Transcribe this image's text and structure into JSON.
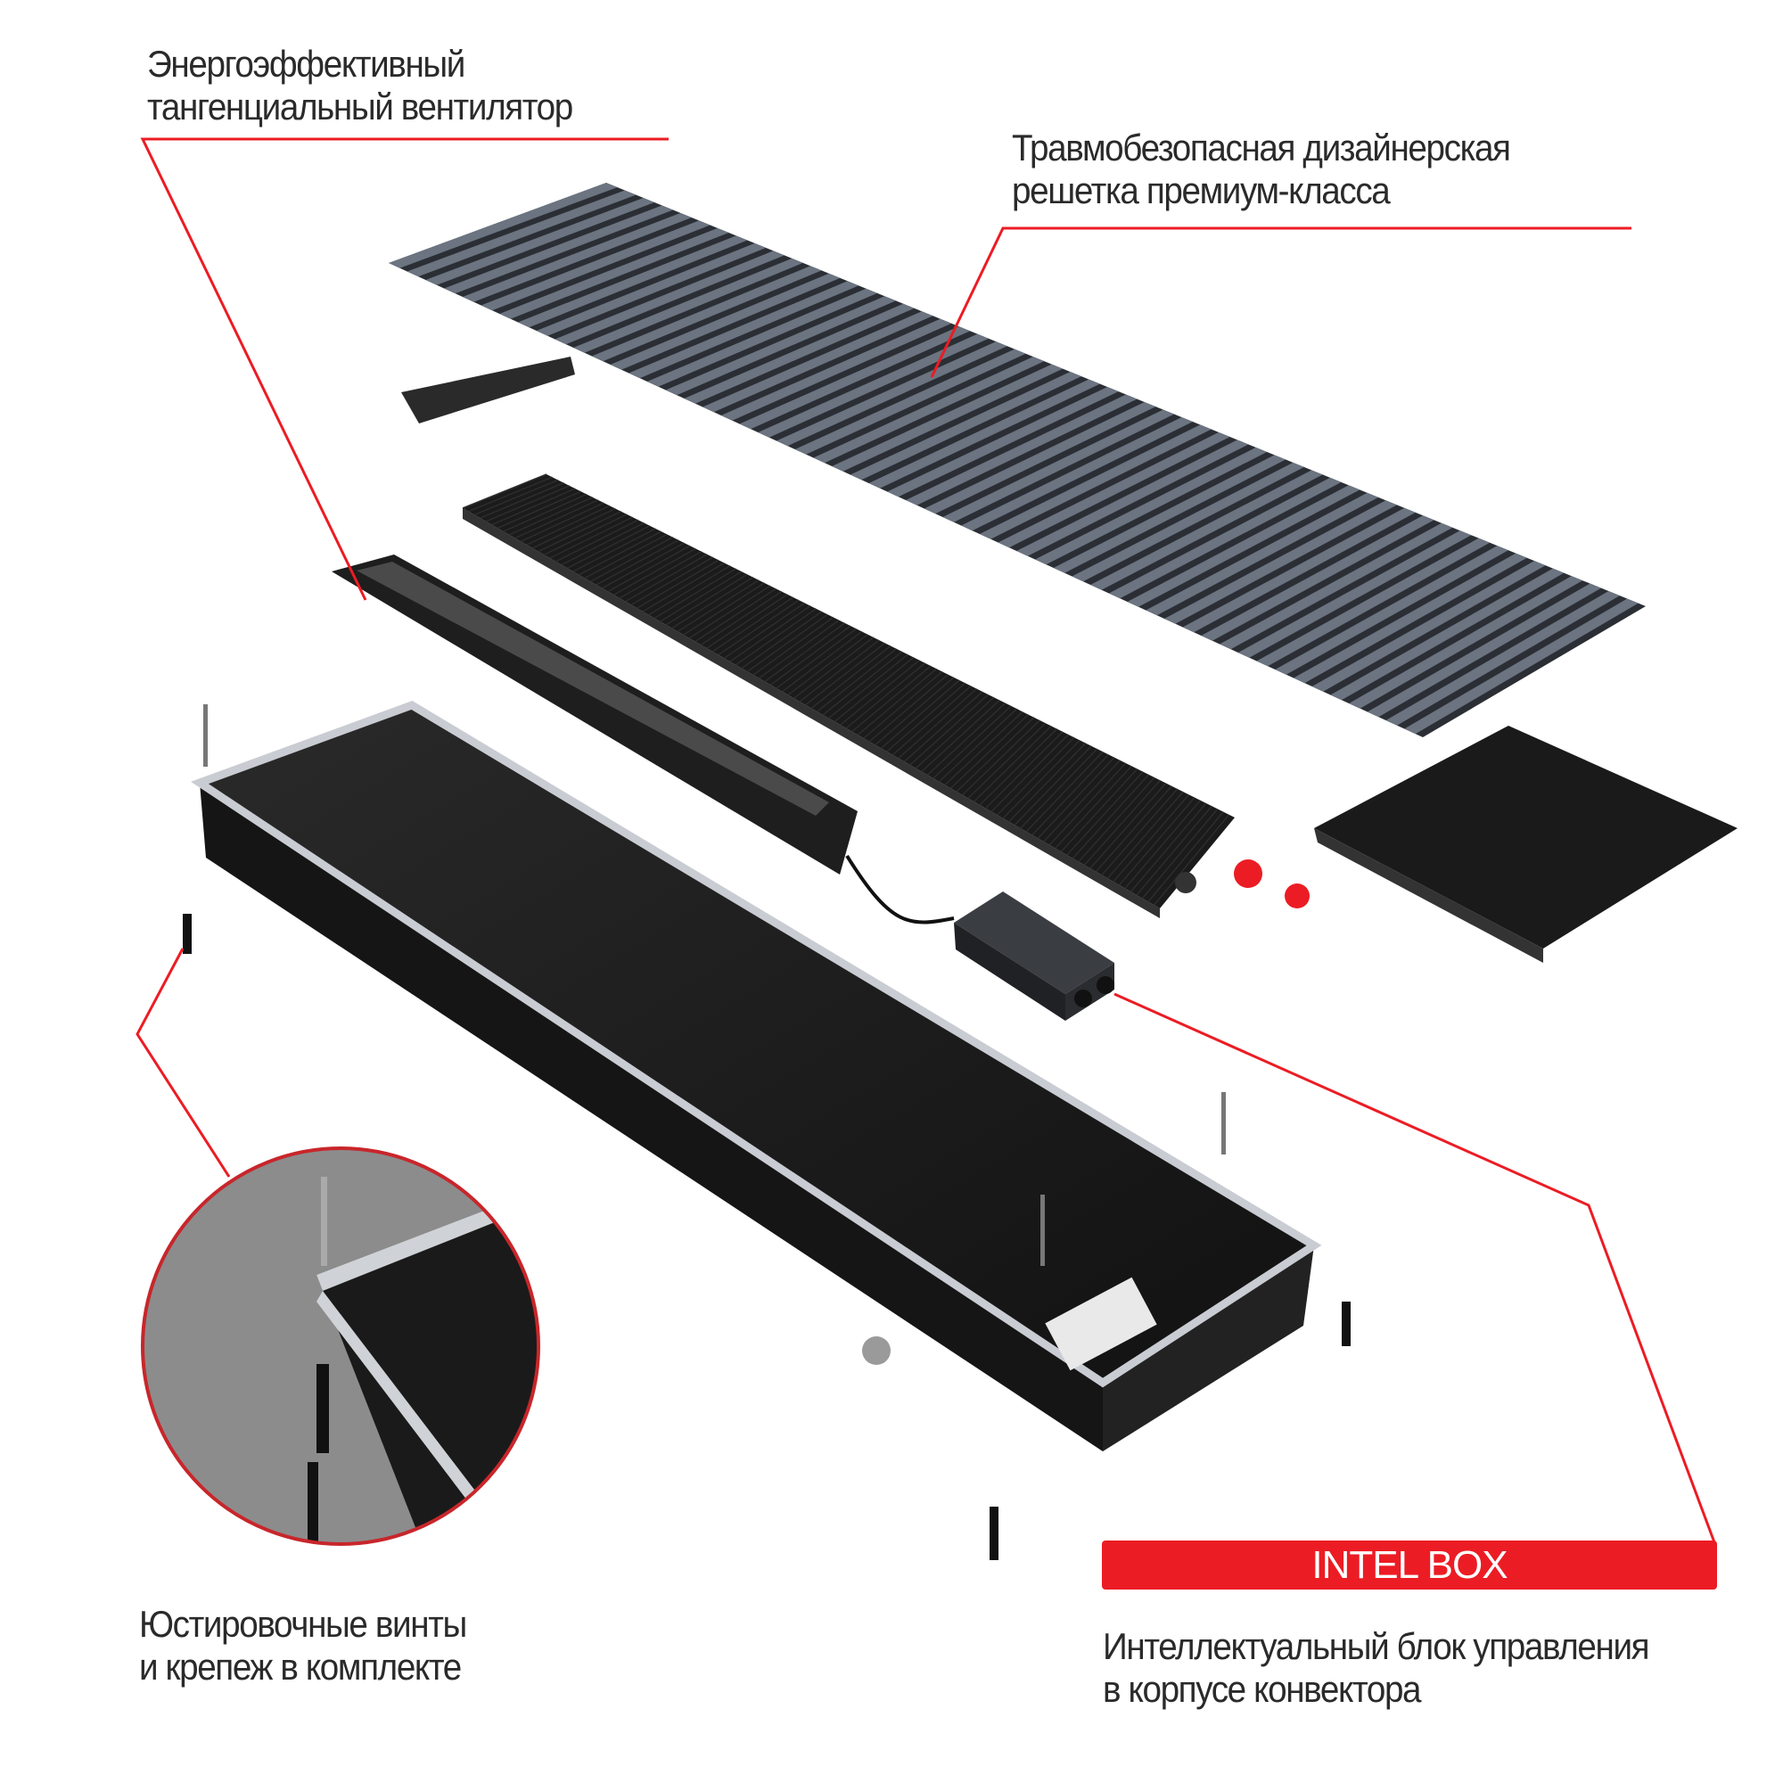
{
  "callouts": {
    "fan": {
      "line1": "Энергоэффективный",
      "line2": "тангенциальный вентилятор"
    },
    "grille": {
      "line1": "Травмобезопасная дизайнерская",
      "line2": "решетка премиум-класса"
    },
    "fasteners": {
      "line1": "Юстировочные винты",
      "line2": "и крепеж в комплекте"
    },
    "control": {
      "badge": "INTEL BOX",
      "line1": "Интеллектуальный блок управления",
      "line2": "в корпусе конвектора"
    }
  },
  "colors": {
    "accent": "#ec1c24",
    "product": "#1c1c1c",
    "grille_slat": "#5b6470",
    "detail_bg": "#8c8c8c"
  },
  "icons": [
    "fan-unit",
    "heat-exchanger",
    "grille",
    "tray",
    "cover-plate",
    "control-box",
    "fastener-detail"
  ]
}
